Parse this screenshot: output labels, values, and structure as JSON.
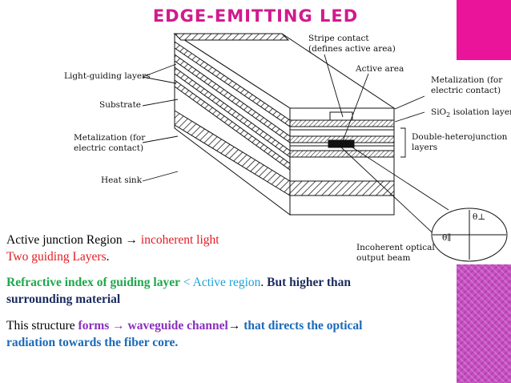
{
  "title": "EDGE-EMITTING LED",
  "labels": {
    "stripe_contact": "Stripe contact",
    "stripe_contact_2": "(defines active area)",
    "active_area": "Active area",
    "light_guiding": "Light-guiding layers",
    "substrate": "Substrate",
    "metalization_left_1": "Metalization (for",
    "metalization_left_2": "electric contact)",
    "heat_sink": "Heat sink",
    "metalization_right_1": "Metalization (for",
    "metalization_right_2": "electric contact)",
    "sio2_prefix": "SiO",
    "sio2_sub": "2",
    "sio2_suffix": " isolation layer",
    "dh_1": "Double-heterojunction",
    "dh_2": "layers",
    "theta_perp": "θ⊥",
    "theta_par": "θ∥",
    "output_beam_1": "Incoherent optical",
    "output_beam_2": "output beam"
  },
  "body": {
    "line1_a": "Active  junction Region ",
    "arrow": "→",
    "line1_b": " incoherent light",
    "line2": "Two guiding Layers",
    "line2_end": ".",
    "line3_a": "Refractive index of guiding layer",
    "line3_b": " < ",
    "line3_c": "Active region",
    "line3_d": ". ",
    "line3_e": "But higher than",
    "line4": "surrounding material",
    "line5_a": "This structure ",
    "line5_b": "forms ",
    "line5_c": " waveguide channel",
    "line5_d": " that directs the optical",
    "line6": "radiation towards the fiber core."
  },
  "colors": {
    "title": "#d11a8e",
    "sidebar_top": "#e9149a",
    "sidebar_bottom": "#c84fc2",
    "red": "#e11b22",
    "green": "#1ea84c",
    "cyan": "#1aa3d9",
    "navy": "#1a2b5e",
    "purple": "#8a2fbf",
    "blue": "#1a6ab8"
  }
}
